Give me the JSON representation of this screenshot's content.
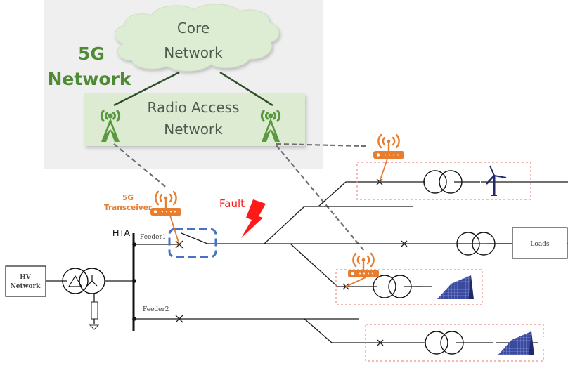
{
  "network_5g": {
    "label_line1": "5G",
    "label_line2": "Network",
    "core": {
      "line1": "Core",
      "line2": "Network"
    },
    "ran": {
      "line1": "Radio Access",
      "line2": "Network"
    },
    "colors": {
      "panel": "#efeff0",
      "cloud": "#ddedd3",
      "ran_box": "#dcebd2",
      "accent_green": "#4f8a34",
      "link": "#2f4f2a"
    }
  },
  "grid": {
    "hv_source": {
      "line1": "HV",
      "line2": "Network"
    },
    "bus_label": "HTA",
    "feeders": [
      {
        "label": "Feeder1"
      },
      {
        "label": "Feeder2"
      }
    ],
    "loads_label": "Loads",
    "fault_label": "Fault",
    "transceiver_label": {
      "line1": "5G",
      "line2": "Transceiver"
    },
    "distributed_generators": [
      {
        "type": "wind-turbine"
      },
      {
        "type": "solar-panel"
      },
      {
        "type": "solar-panel"
      }
    ],
    "colors": {
      "transceiver": "#e77d2e",
      "fault": "#ff1a1a",
      "switch_highlight": "#4472c4",
      "dg_box": "#f08c8c",
      "generator": "#1f2a6b"
    }
  }
}
